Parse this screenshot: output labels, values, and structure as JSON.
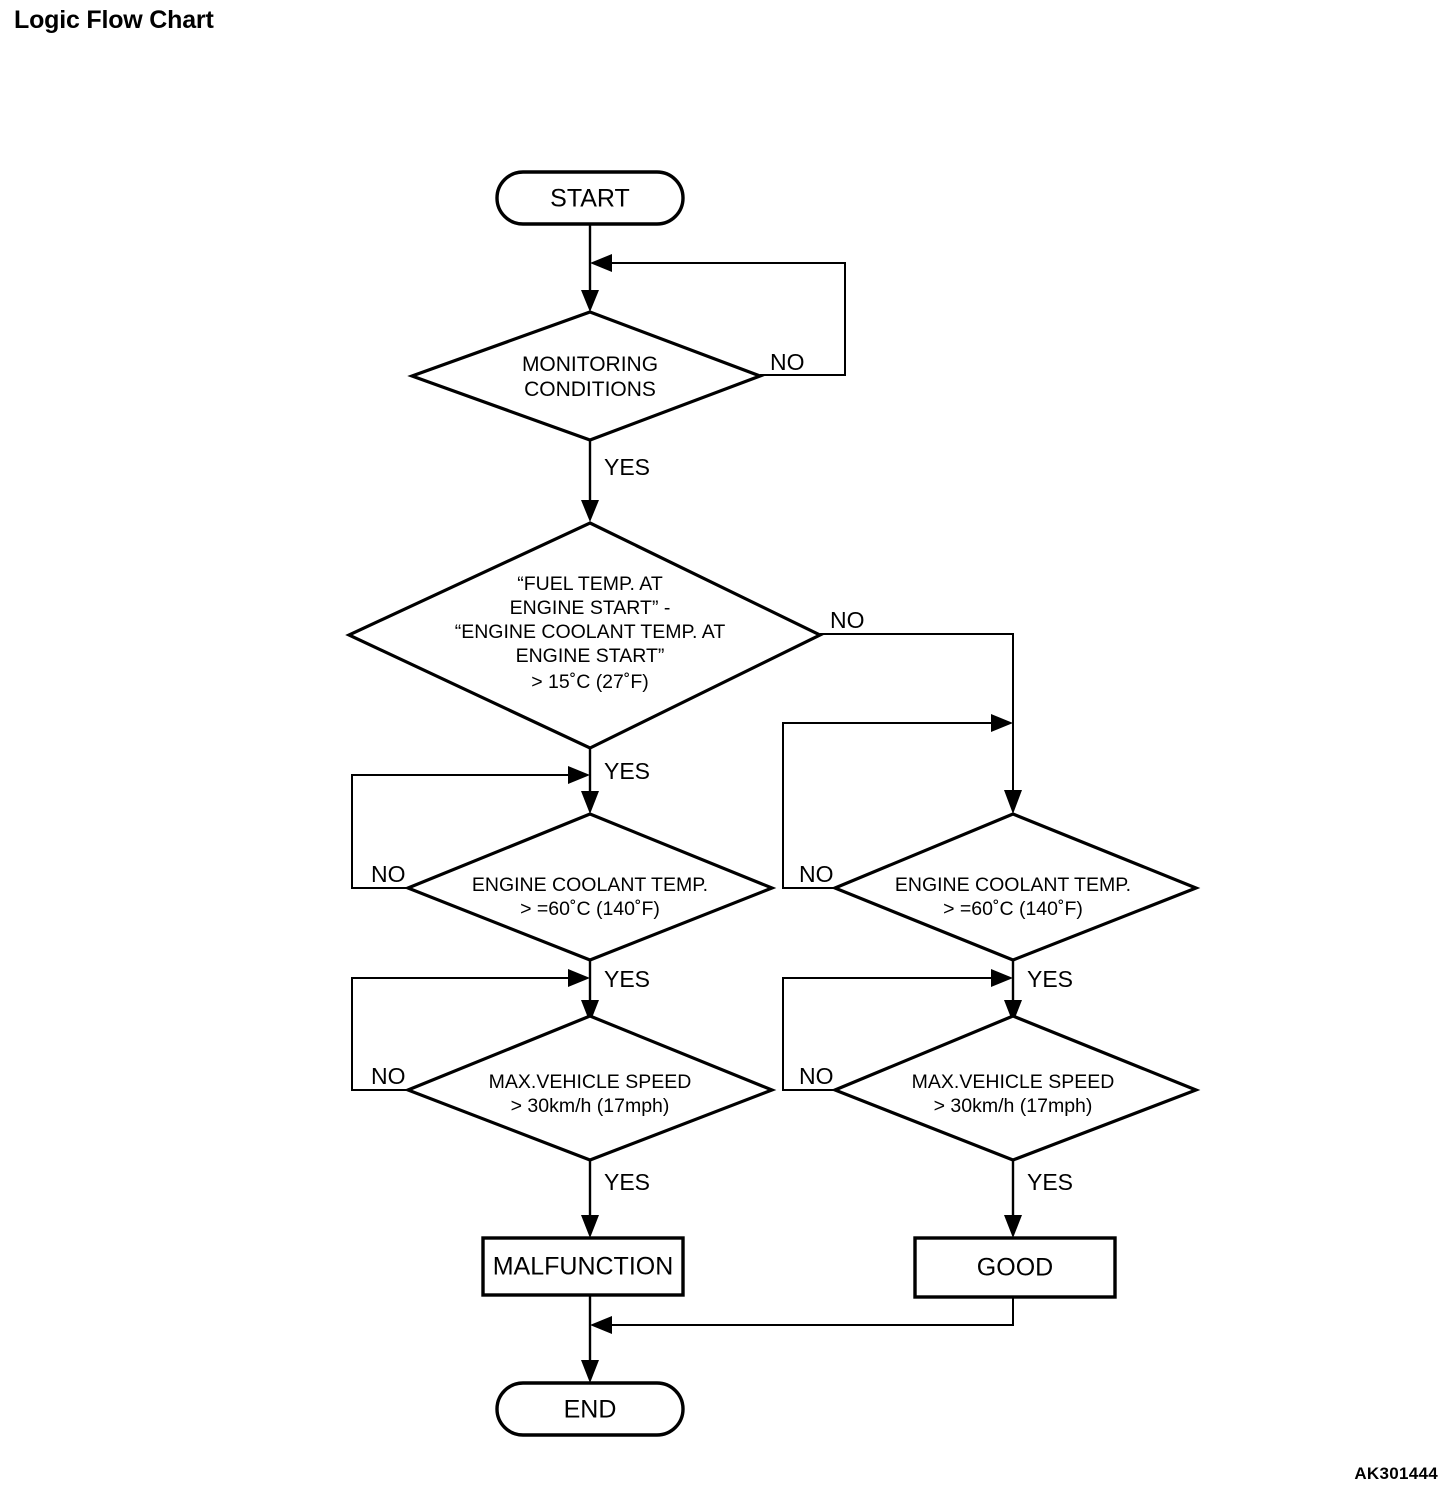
{
  "page": {
    "title": "Logic Flow Chart",
    "doc_code": "AK301444",
    "background_color": "#ffffff",
    "line_color": "#000000"
  },
  "chart_data": {
    "type": "diagram",
    "diagram_kind": "flowchart",
    "title": "Logic Flow Chart",
    "nodes": [
      {
        "id": "start",
        "kind": "terminator",
        "label": "START"
      },
      {
        "id": "monitoring",
        "kind": "decision",
        "label_lines": [
          "MONITORING",
          "CONDITIONS"
        ]
      },
      {
        "id": "fueltemp",
        "kind": "decision",
        "label_lines": [
          "“FUEL TEMP. AT",
          "ENGINE START” -",
          "“ENGINE COOLANT TEMP. AT",
          "ENGINE START”",
          "> 15˚C (27˚F)"
        ]
      },
      {
        "id": "ect_left",
        "kind": "decision",
        "label_lines": [
          "ENGINE COOLANT TEMP.",
          "> =60˚C (140˚F)"
        ]
      },
      {
        "id": "ect_right",
        "kind": "decision",
        "label_lines": [
          "ENGINE COOLANT TEMP.",
          "> =60˚C (140˚F)"
        ]
      },
      {
        "id": "speed_left",
        "kind": "decision",
        "label_lines": [
          "MAX.VEHICLE SPEED",
          "> 30km/h (17mph)"
        ]
      },
      {
        "id": "speed_right",
        "kind": "decision",
        "label_lines": [
          "MAX.VEHICLE SPEED",
          "> 30km/h (17mph)"
        ]
      },
      {
        "id": "malfunction",
        "kind": "process",
        "label": "MALFUNCTION"
      },
      {
        "id": "good",
        "kind": "process",
        "label": "GOOD"
      },
      {
        "id": "end",
        "kind": "terminator",
        "label": "END"
      }
    ],
    "edges": [
      {
        "from": "start",
        "to": "monitoring",
        "label": ""
      },
      {
        "from": "monitoring",
        "to": "monitoring",
        "label": "NO"
      },
      {
        "from": "monitoring",
        "to": "fueltemp",
        "label": "YES"
      },
      {
        "from": "fueltemp",
        "to": "ect_right",
        "label": "NO"
      },
      {
        "from": "fueltemp",
        "to": "ect_left",
        "label": "YES"
      },
      {
        "from": "ect_left",
        "to": "ect_left",
        "label": "NO"
      },
      {
        "from": "ect_left",
        "to": "speed_left",
        "label": "YES"
      },
      {
        "from": "speed_left",
        "to": "speed_left",
        "label": "NO"
      },
      {
        "from": "speed_left",
        "to": "malfunction",
        "label": "YES"
      },
      {
        "from": "ect_right",
        "to": "ect_right",
        "label": "NO"
      },
      {
        "from": "ect_right",
        "to": "speed_right",
        "label": "YES"
      },
      {
        "from": "speed_right",
        "to": "speed_right",
        "label": "NO"
      },
      {
        "from": "speed_right",
        "to": "good",
        "label": "YES"
      },
      {
        "from": "malfunction",
        "to": "end",
        "label": ""
      },
      {
        "from": "good",
        "to": "end",
        "label": ""
      }
    ]
  },
  "nodes": {
    "start": {
      "label": "START"
    },
    "monitoring": {
      "line1": "MONITORING",
      "line2": "CONDITIONS"
    },
    "fueltemp": {
      "line1": "“FUEL TEMP. AT",
      "line2": "ENGINE START” -",
      "line3": "“ENGINE COOLANT TEMP. AT",
      "line4": "ENGINE START”",
      "line5": "> 15˚C (27˚F)"
    },
    "ect_left": {
      "line1": "ENGINE COOLANT TEMP.",
      "line2": "> =60˚C (140˚F)"
    },
    "ect_right": {
      "line1": "ENGINE COOLANT TEMP.",
      "line2": "> =60˚C (140˚F)"
    },
    "speed_left": {
      "line1": "MAX.VEHICLE SPEED",
      "line2": "> 30km/h (17mph)"
    },
    "speed_right": {
      "line1": "MAX.VEHICLE SPEED",
      "line2": "> 30km/h (17mph)"
    },
    "malfunction": {
      "label": "MALFUNCTION"
    },
    "good": {
      "label": "GOOD"
    },
    "end": {
      "label": "END"
    }
  },
  "edge_labels": {
    "monitoring_no": "NO",
    "monitoring_yes": "YES",
    "fueltemp_no": "NO",
    "fueltemp_yes": "YES",
    "ect_left_no": "NO",
    "ect_left_yes": "YES",
    "speed_left_no": "NO",
    "speed_left_yes": "YES",
    "ect_right_no": "NO",
    "ect_right_yes": "YES",
    "speed_right_no": "NO",
    "speed_right_yes": "YES"
  }
}
